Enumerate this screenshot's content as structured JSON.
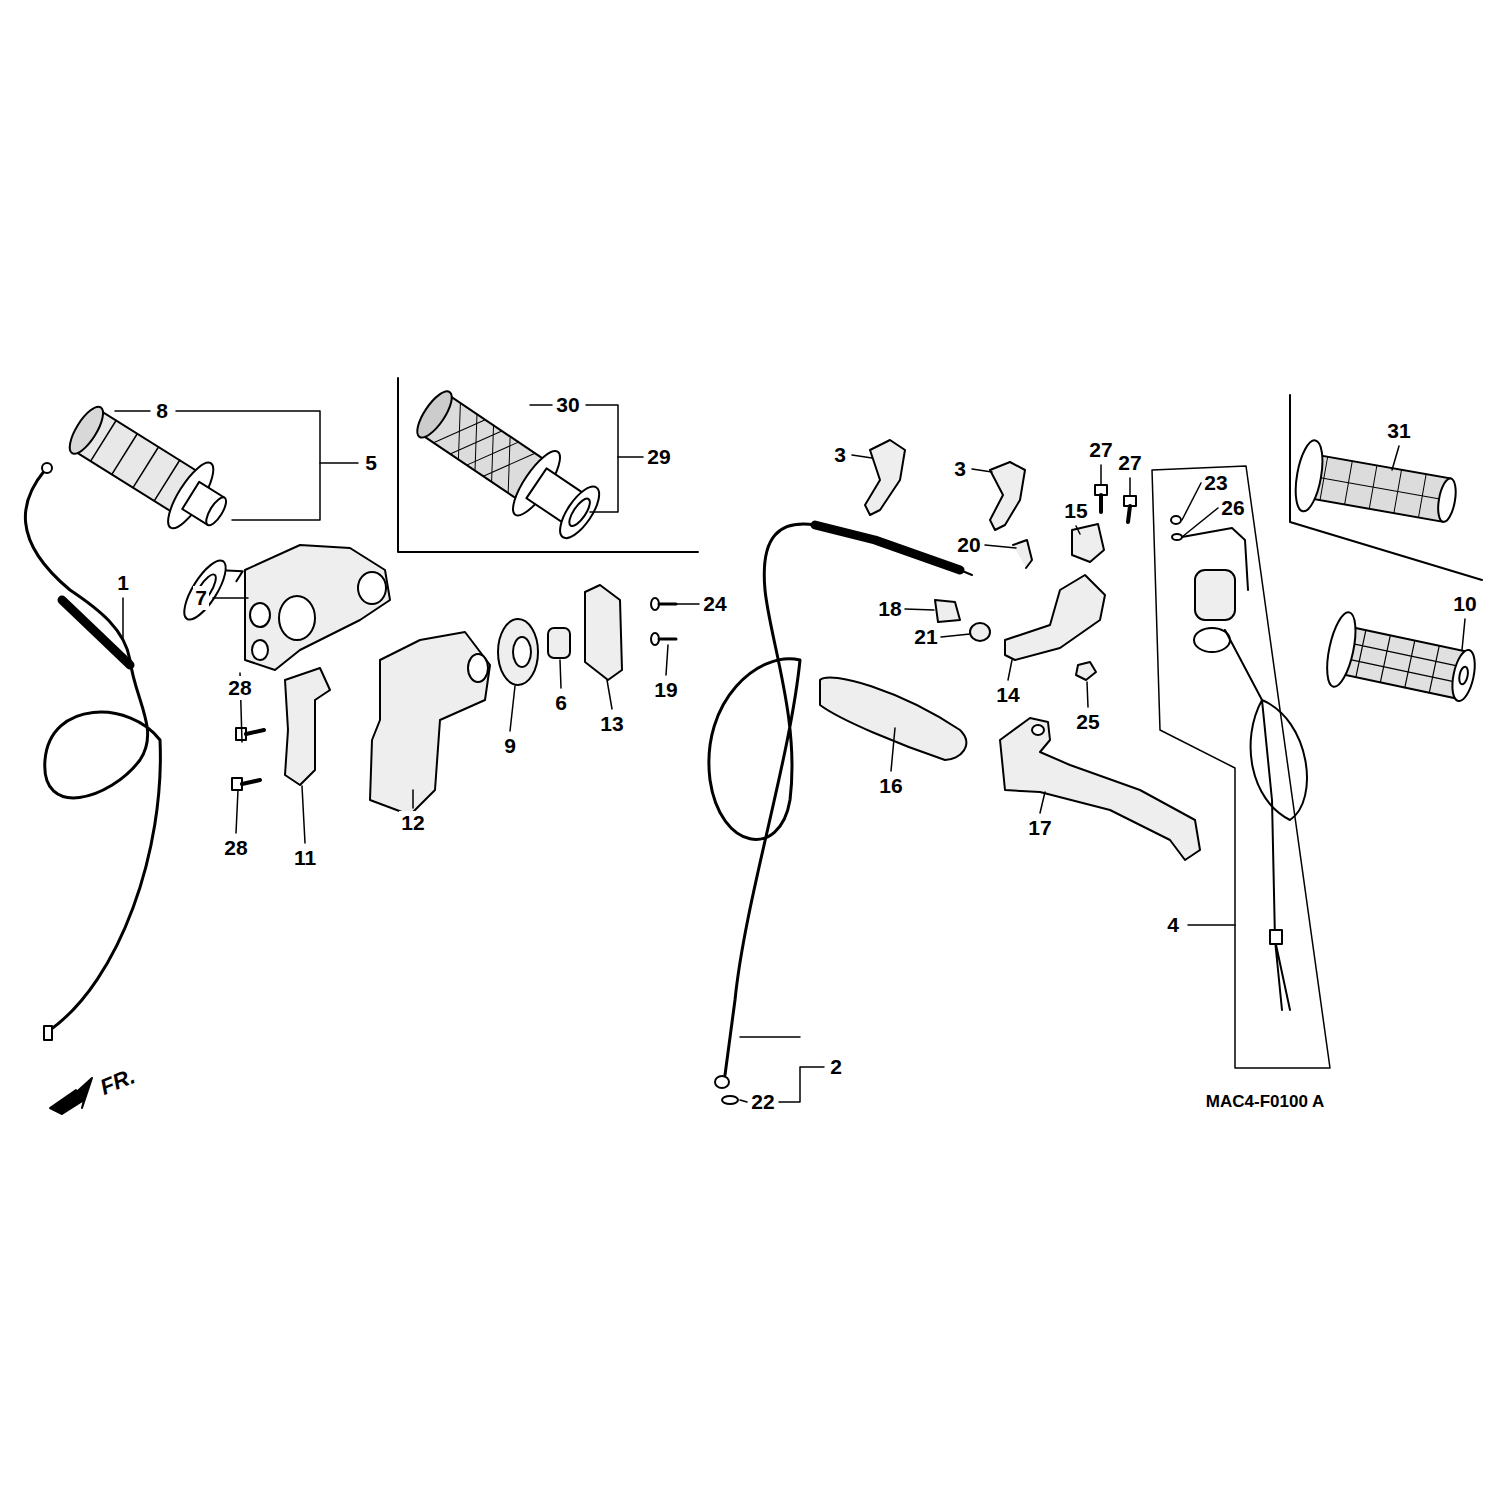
{
  "diagram": {
    "labels": [
      "8",
      "30",
      "29",
      "5",
      "3",
      "3",
      "27",
      "27",
      "23",
      "26",
      "31",
      "1",
      "7",
      "24",
      "20",
      "15",
      "18",
      "21",
      "14",
      "28",
      "9",
      "6",
      "13",
      "19",
      "12",
      "11",
      "28",
      "10",
      "25",
      "16",
      "17",
      "4",
      "2",
      "22",
      "FR.",
      "MAC4-F0100 A"
    ]
  }
}
